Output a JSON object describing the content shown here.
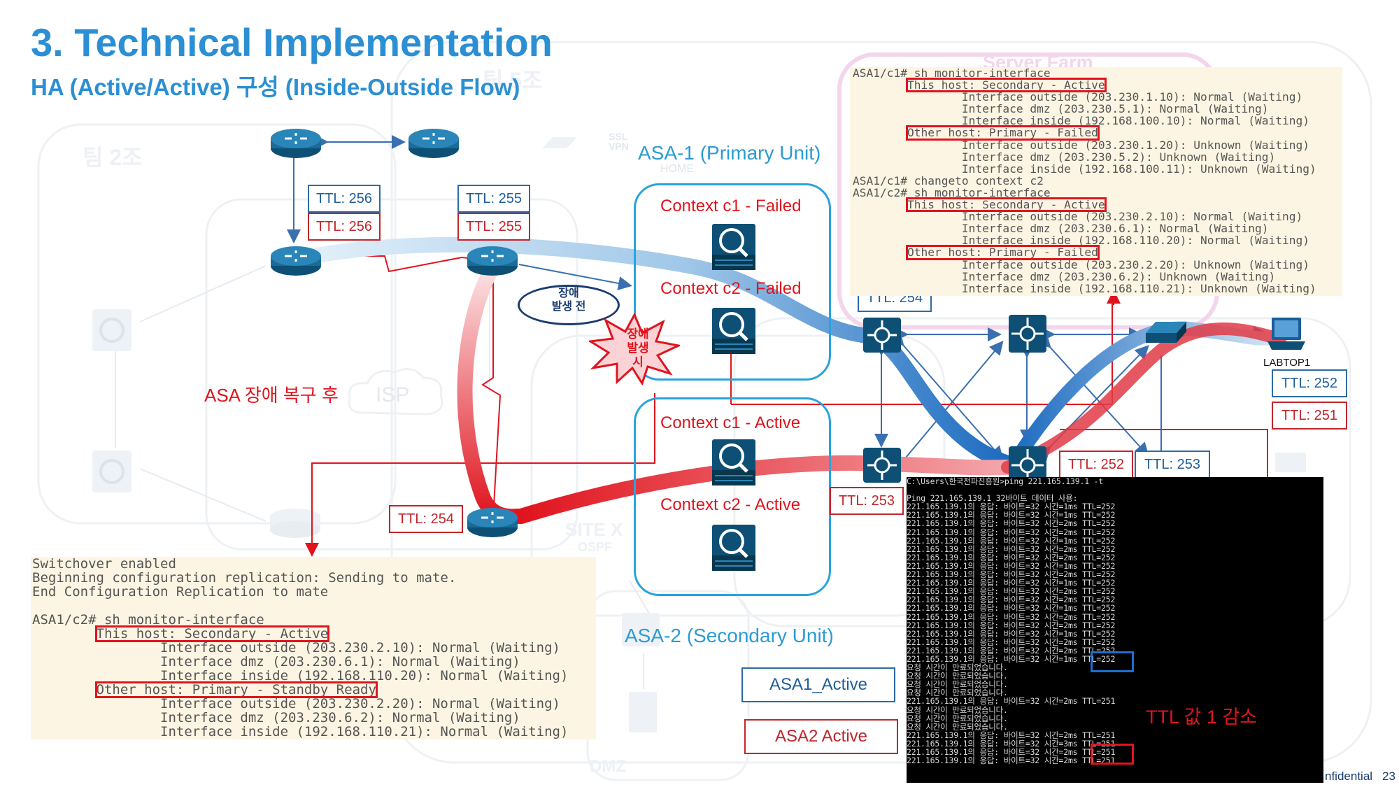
{
  "slide": {
    "title": "3. Technical Implementation",
    "subtitle": "HA (Active/Active)  구성 (Inside-Outside Flow)",
    "page_number": "23",
    "footer_text": "nfidential"
  },
  "background_labels": {
    "team2": "팀 2조",
    "team5": "팀 5조",
    "server_farm": "Server Farm",
    "isp": "ISP",
    "site_x": "SITE X",
    "ospf": "OSPF",
    "home": "HOME",
    "ssl_vpn": "SSL\nVPN",
    "dmz": "DMZ"
  },
  "units": {
    "asa1": "ASA-1 (Primary Unit)",
    "asa2": "ASA-2 (Secondary Unit)"
  },
  "contexts": {
    "asa1_c1": "Context c1 - Failed",
    "asa1_c2": "Context c2 - Failed",
    "asa2_c1": "Context c1 - Active",
    "asa2_c2": "Context c2 - Active"
  },
  "ttl_labels": {
    "r_left_blue": "TTL: 256",
    "r_left_red": "TTL: 256",
    "r_mid_blue": "TTL: 255",
    "r_mid_red": "TTL: 255",
    "sw_top_left_blue": "TTL: 254",
    "r_bottom_red": "TTL: 254",
    "sw_bottom_left_red": "TTL: 253",
    "sw_bottom_mid_red": "TTL: 252",
    "sw_bottom_mid_blue": "TTL: 253",
    "laptop_blue": "TTL: 252",
    "laptop_red": "TTL: 251"
  },
  "annotations": {
    "before_failure": "장애\n발생 전",
    "on_failure": "장애\n발생\n시",
    "after_recovery": "ASA 장애 복구 후",
    "ttl_decrease": "TTL 값 1 감소",
    "laptop": "LABTOP1"
  },
  "legend": {
    "asa1_active": "ASA1_Active",
    "asa2_active": "ASA2 Active"
  },
  "cli_top": [
    "ASA1/c1# sh monitor-interface",
    "        This host: Secondary - Active",
    "                Interface outside (203.230.1.10): Normal (Waiting)",
    "                Interface dmz (203.230.5.1): Normal (Waiting)",
    "                Interface inside (192.168.100.10): Normal (Waiting)",
    "        Other host: Primary - Failed",
    "                Interface outside (203.230.1.20): Unknown (Waiting)",
    "                Interface dmz (203.230.5.2): Unknown (Waiting)",
    "                Interface inside (192.168.100.11): Unknown (Waiting)",
    "ASA1/c1# changeto context c2",
    "ASA1/c2# sh monitor-interface",
    "        This host: Secondary - Active",
    "                Interface outside (203.230.2.10): Normal (Waiting)",
    "                Interface dmz (203.230.6.1): Normal (Waiting)",
    "                Interface inside (192.168.110.20): Normal (Waiting)",
    "        Other host: Primary - Failed",
    "                Interface outside (203.230.2.20): Unknown (Waiting)",
    "                Interface dmz (203.230.6.2): Unknown (Waiting)",
    "                Interface inside (192.168.110.21): Unknown (Waiting)"
  ],
  "cli_bottom": [
    "Switchover enabled",
    "Beginning configuration replication: Sending to mate.",
    "End Configuration Replication to mate",
    "",
    "ASA1/c2# sh monitor-interface",
    "        This host: Secondary - Active",
    "                Interface outside (203.230.2.10): Normal (Waiting)",
    "                Interface dmz (203.230.6.1): Normal (Waiting)",
    "                Interface inside (192.168.110.20): Normal (Waiting)",
    "        Other host: Primary - Standby Ready",
    "                Interface outside (203.230.2.20): Normal (Waiting)",
    "                Interface dmz (203.230.6.2): Normal (Waiting)",
    "                Interface inside (192.168.110.21): Normal (Waiting)"
  ],
  "terminal": [
    "C:\\Users\\한국전파진흥원>ping 221.165.139.1 -t",
    "",
    "Ping 221.165.139.1 32바이트 데이터 사용:",
    "221.165.139.1의 응답: 바이트=32 시간=1ms TTL=252",
    "221.165.139.1의 응답: 바이트=32 시간=1ms TTL=252",
    "221.165.139.1의 응답: 바이트=32 시간=2ms TTL=252",
    "221.165.139.1의 응답: 바이트=32 시간=2ms TTL=252",
    "221.165.139.1의 응답: 바이트=32 시간=1ms TTL=252",
    "221.165.139.1의 응답: 바이트=32 시간=2ms TTL=252",
    "221.165.139.1의 응답: 바이트=32 시간=2ms TTL=252",
    "221.165.139.1의 응답: 바이트=32 시간=1ms TTL=252",
    "221.165.139.1의 응답: 바이트=32 시간=2ms TTL=252",
    "221.165.139.1의 응답: 바이트=32 시간=1ms TTL=252",
    "221.165.139.1의 응답: 바이트=32 시간=2ms TTL=252",
    "221.165.139.1의 응답: 바이트=32 시간=2ms TTL=252",
    "221.165.139.1의 응답: 바이트=32 시간=1ms TTL=252",
    "221.165.139.1의 응답: 바이트=32 시간=2ms TTL=252",
    "221.165.139.1의 응답: 바이트=32 시간=2ms TTL=252",
    "221.165.139.1의 응답: 바이트=32 시간=1ms TTL=252",
    "221.165.139.1의 응답: 바이트=32 시간=2ms TTL=252",
    "221.165.139.1의 응답: 바이트=32 시간=2ms TTL=252",
    "221.165.139.1의 응답: 바이트=32 시간=1ms TTL=252",
    "요청 시간이 만료되었습니다.",
    "요청 시간이 만료되었습니다.",
    "요청 시간이 만료되었습니다.",
    "요청 시간이 만료되었습니다.",
    "221.165.139.1의 응답: 바이트=32 시간=2ms TTL=251",
    "요청 시간이 만료되었습니다.",
    "요청 시간이 만료되었습니다.",
    "요청 시간이 만료되었습니다.",
    "221.165.139.1의 응답: 바이트=32 시간=2ms TTL=251",
    "221.165.139.1의 응답: 바이트=32 시간=3ms TTL=251",
    "221.165.139.1의 응답: 바이트=32 시간=2ms TTL=251",
    "221.165.139.1의 응답: 바이트=32 시간=2ms TTL=251"
  ],
  "colors": {
    "accent_blue": "#2b8fd4",
    "alert_red": "#e0141e",
    "device_blue": "#1a6b96"
  }
}
